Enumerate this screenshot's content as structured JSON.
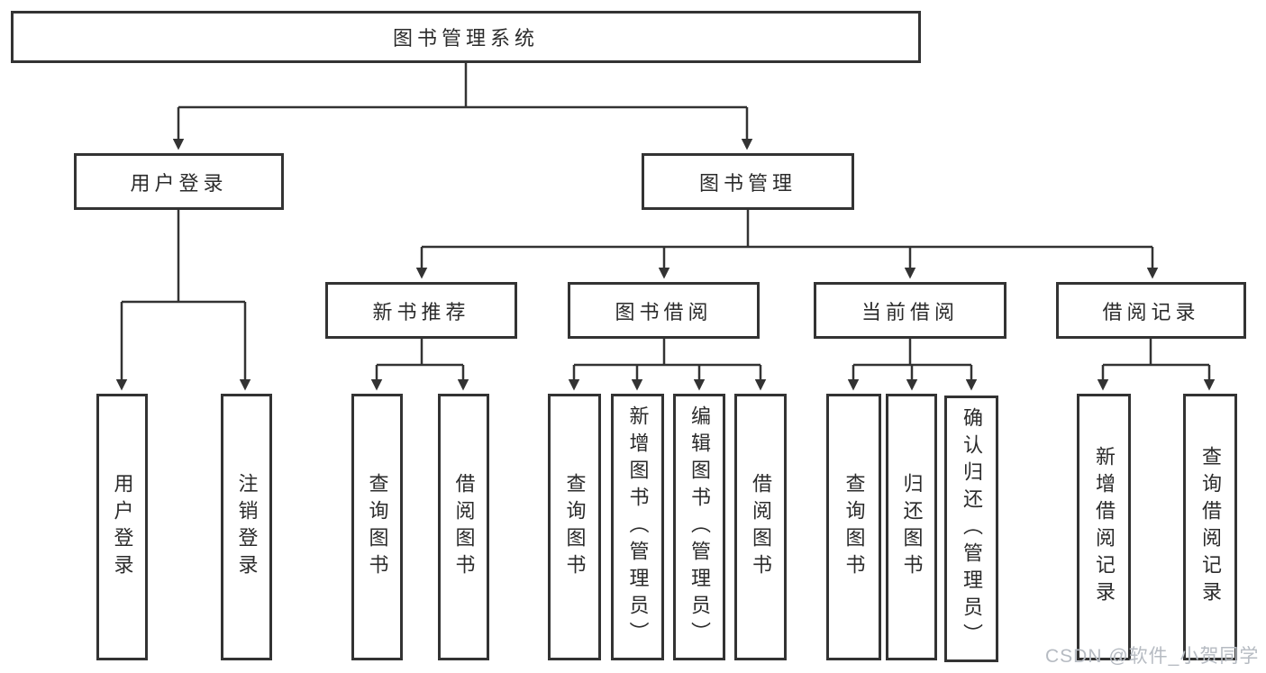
{
  "colors": {
    "line": "#333333",
    "box_border": "#333333",
    "text": "#2b2b2b",
    "background": "#ffffff",
    "watermark": "#b6bbc2"
  },
  "watermark": {
    "text": "CSDN @软件_小贺同学"
  },
  "tree": {
    "label": "图书管理系统",
    "children": [
      {
        "label": "用户登录",
        "children": [
          {
            "label": "用户登录"
          },
          {
            "label": "注销登录"
          }
        ]
      },
      {
        "label": "图书管理",
        "children": [
          {
            "label": "新书推荐",
            "children": [
              {
                "label": "查询图书"
              },
              {
                "label": "借阅图书"
              }
            ]
          },
          {
            "label": "图书借阅",
            "children": [
              {
                "label": "查询图书"
              },
              {
                "label": "新增图书（管理员）"
              },
              {
                "label": "编辑图书（管理员）"
              },
              {
                "label": "借阅图书"
              }
            ]
          },
          {
            "label": "当前借阅",
            "children": [
              {
                "label": "查询图书"
              },
              {
                "label": "归还图书"
              },
              {
                "label": "确认归还（管理员）"
              }
            ]
          },
          {
            "label": "借阅记录",
            "children": [
              {
                "label": "新增借阅记录"
              },
              {
                "label": "查询借阅记录"
              }
            ]
          }
        ]
      }
    ]
  }
}
